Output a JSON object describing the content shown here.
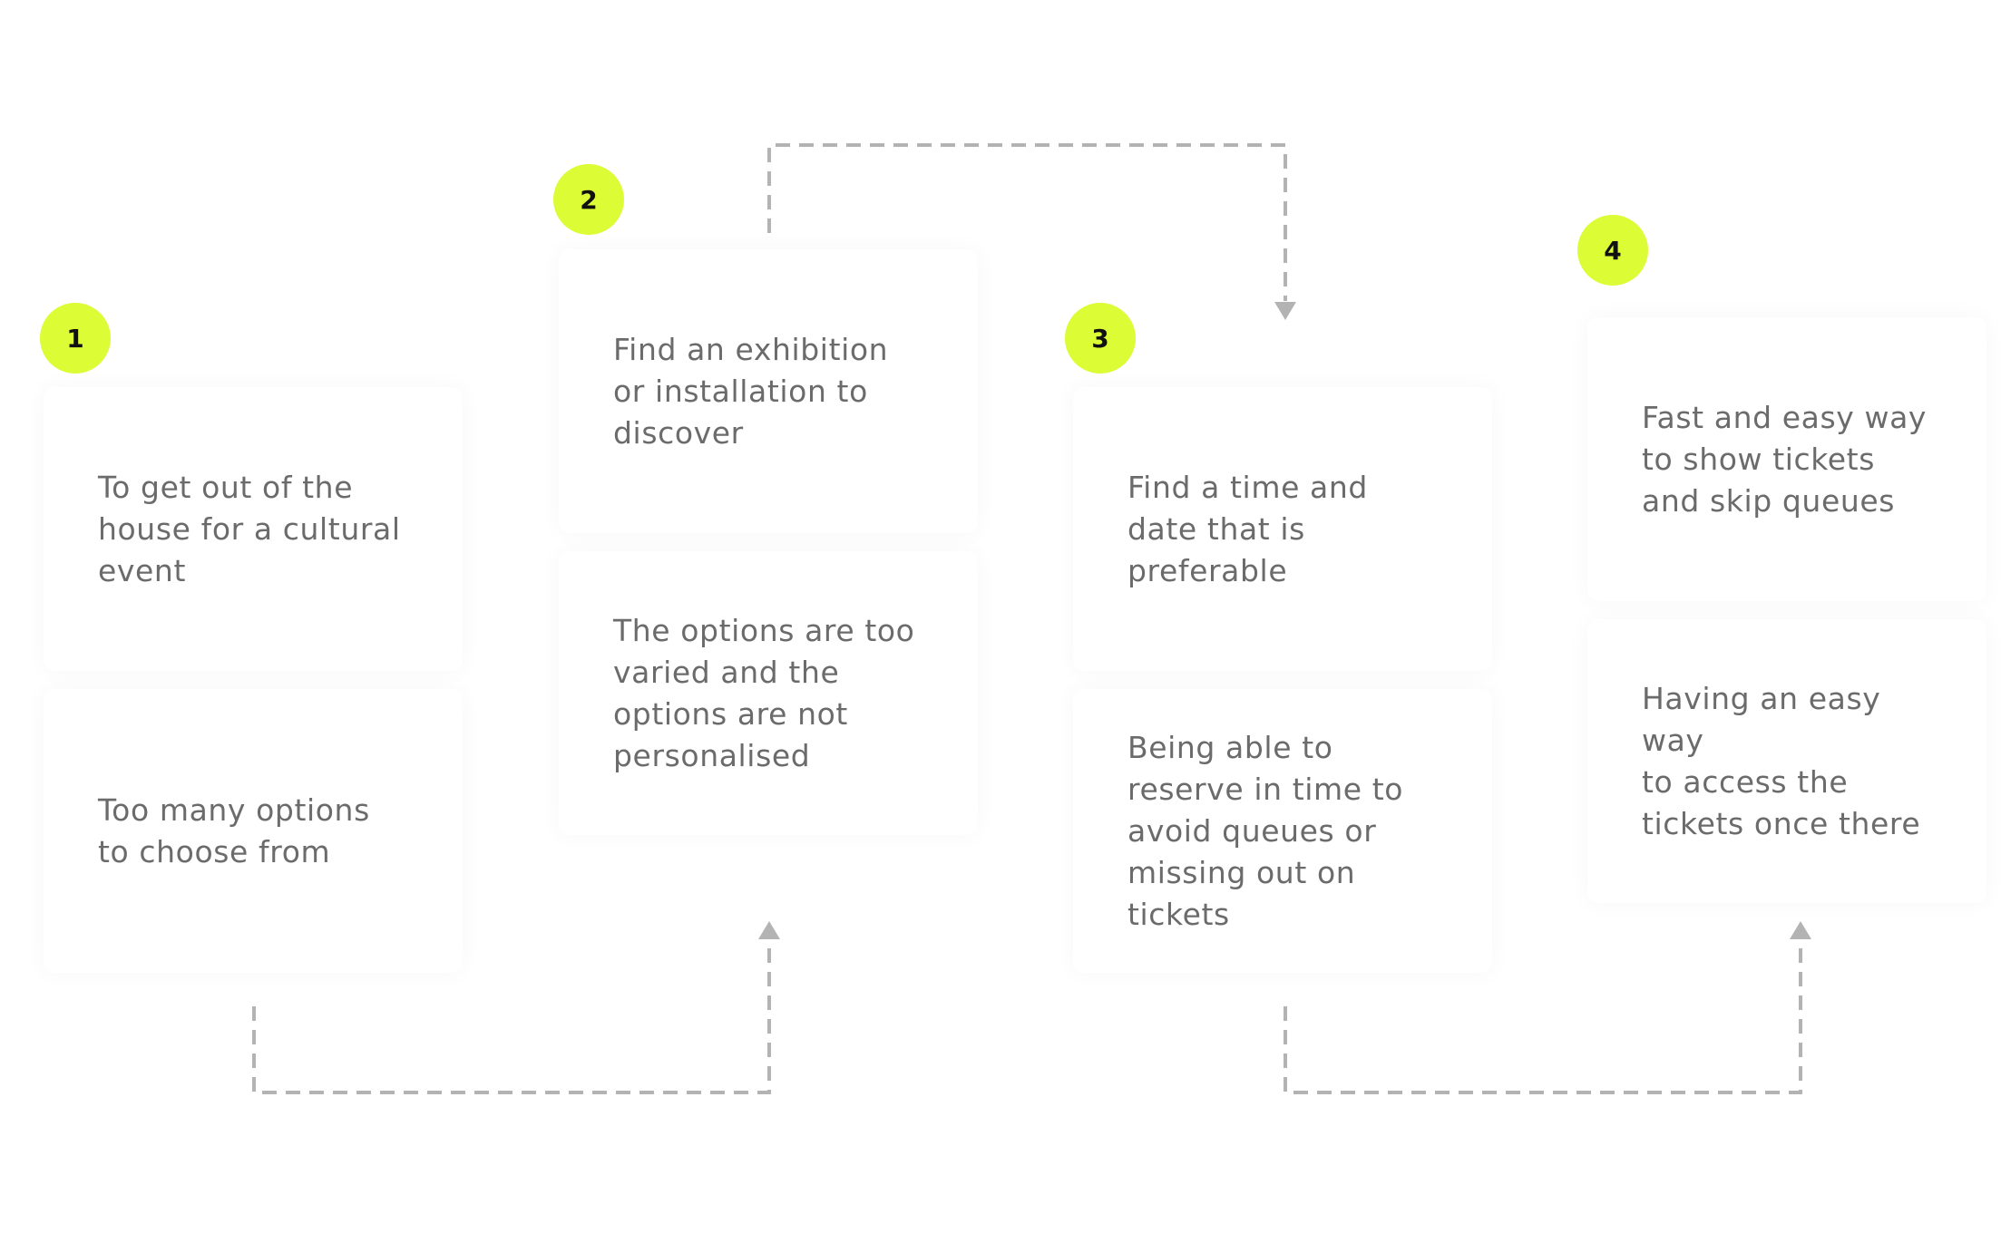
{
  "theme": {
    "badge_color": "#dcfc35",
    "connector_color": "#b3b3b3",
    "text_color": "#6b6b6b"
  },
  "steps": [
    {
      "number": "1",
      "goal": "To get out of the\nhouse for a cultural\nevent",
      "pain": "Too many options\nto choose from"
    },
    {
      "number": "2",
      "goal": "Find an exhibition\nor installation to\ndiscover",
      "pain": "The options are too\nvaried and the\noptions are not\npersonalised"
    },
    {
      "number": "3",
      "goal": "Find a time and\ndate that is\npreferable",
      "pain": "Being able to\nreserve in time to\navoid queues or\nmissing out on\ntickets"
    },
    {
      "number": "4",
      "goal": "Fast and easy way\nto show tickets\nand skip queues",
      "pain": "Having an easy way\nto access the\ntickets once there"
    }
  ]
}
